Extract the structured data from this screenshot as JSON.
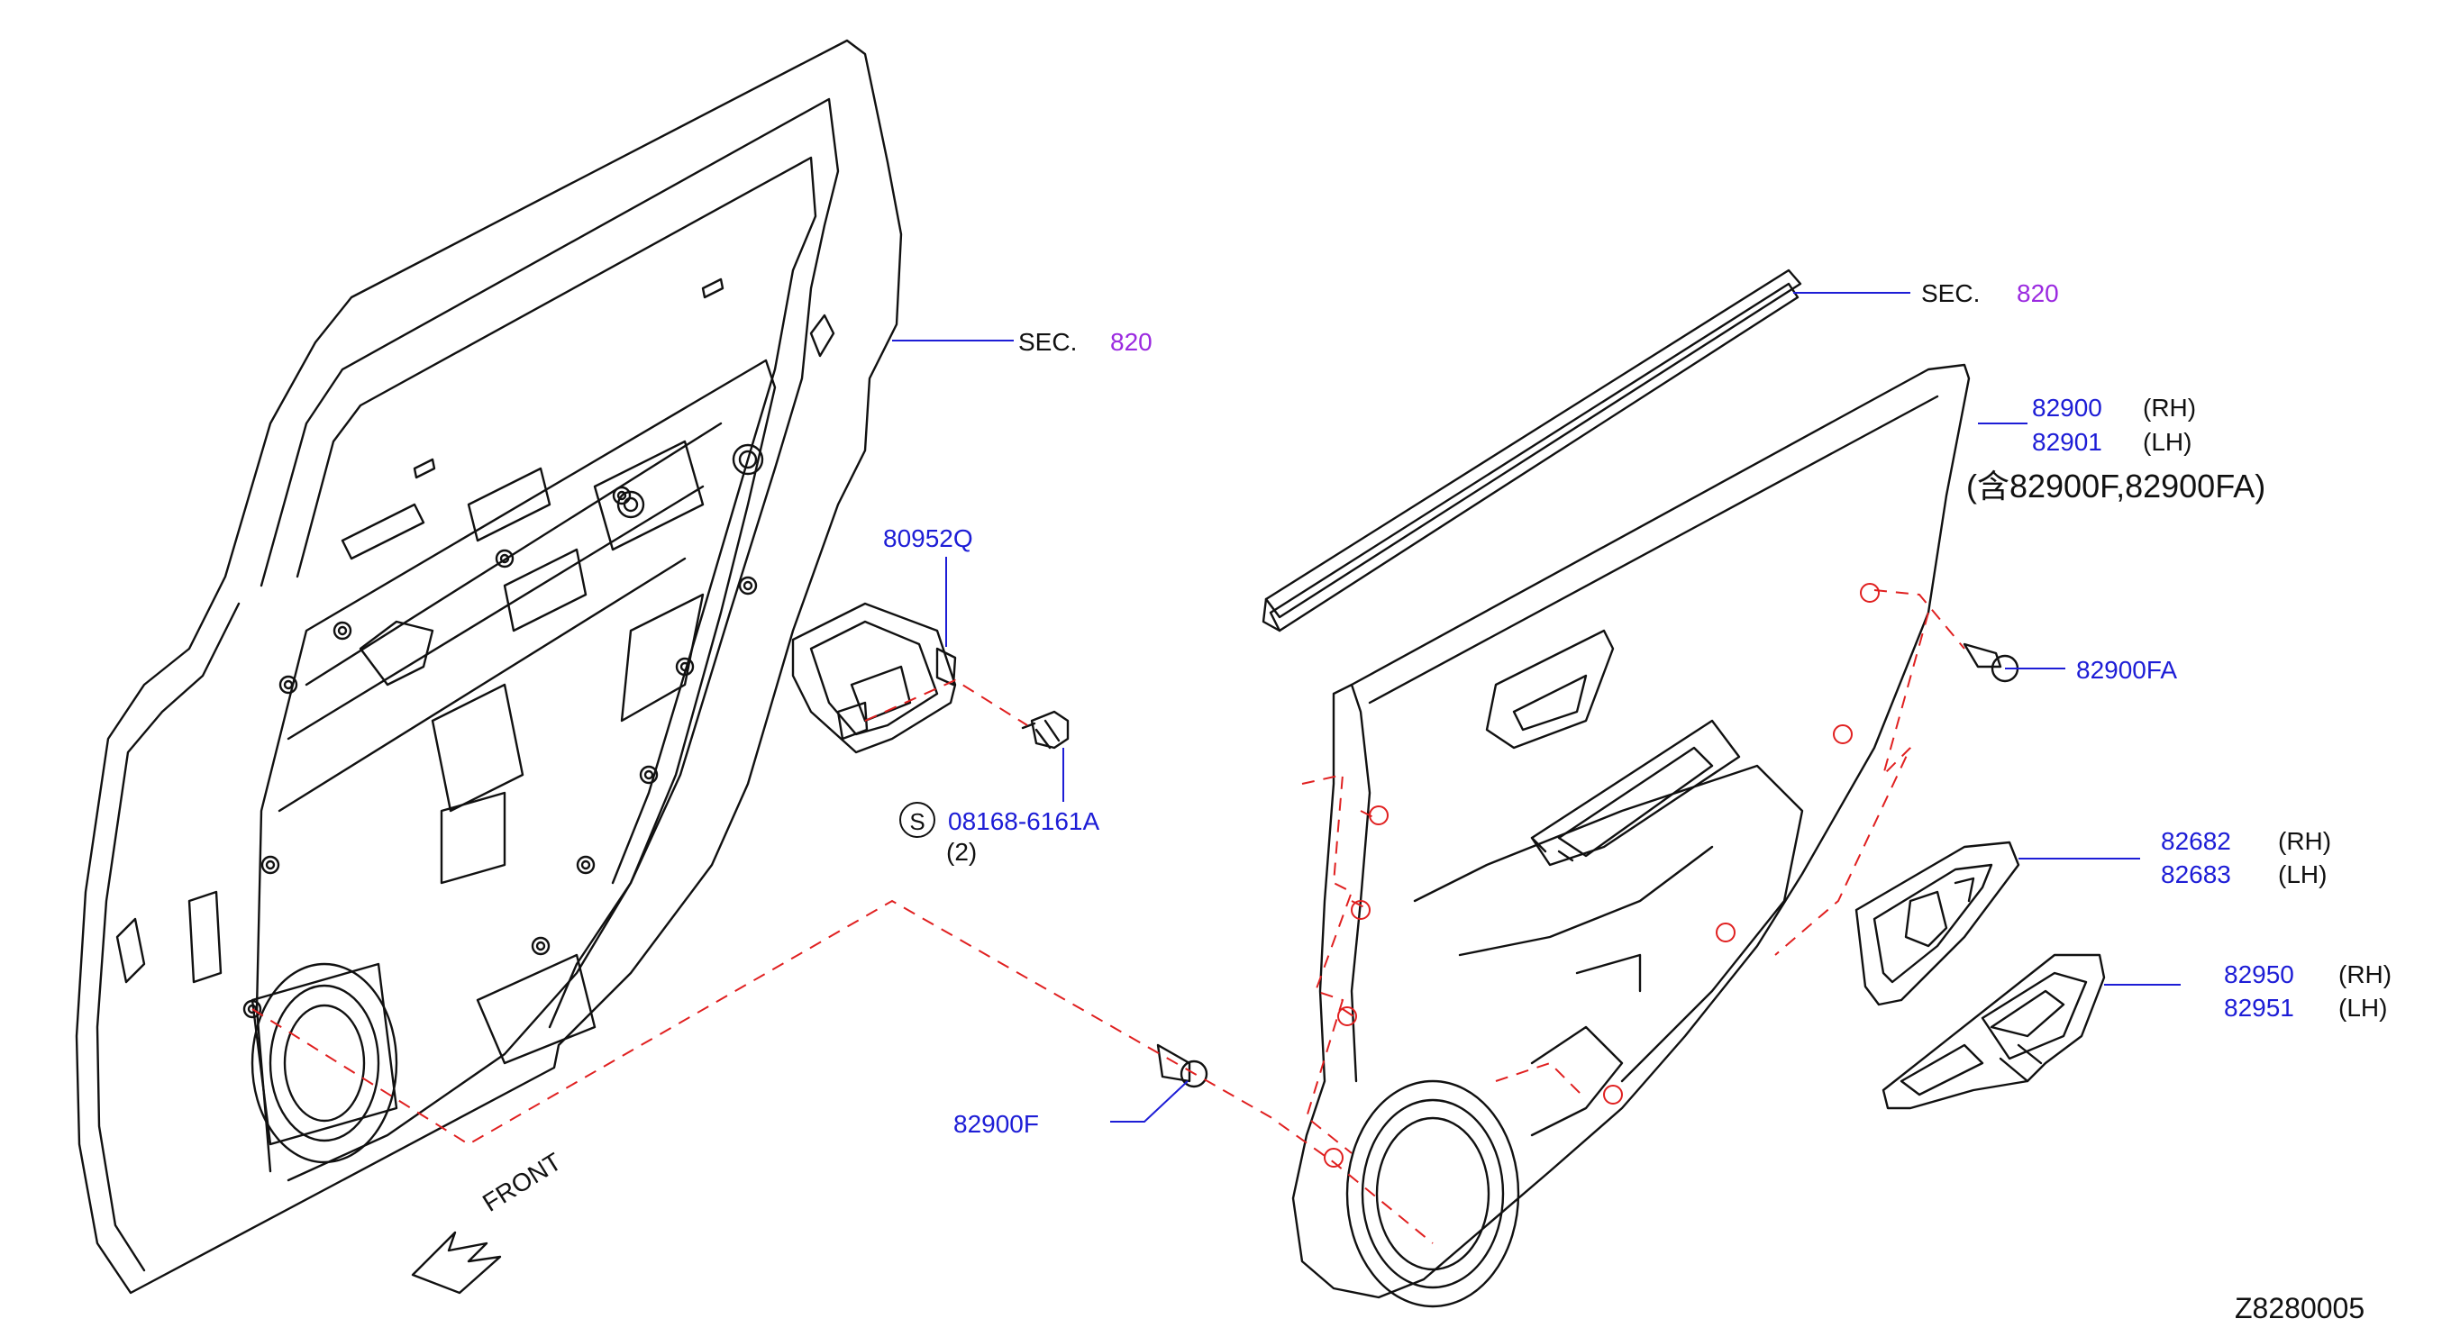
{
  "diagram_code": "Z8280005",
  "front_label": "FRONT",
  "sec_refs": [
    {
      "prefix": "SEC.",
      "number": "820"
    },
    {
      "prefix": "SEC.",
      "number": "820"
    }
  ],
  "parts": {
    "p80952q": "80952Q",
    "p08168": {
      "symbol": "S",
      "number": "08168-6161A",
      "qty": "(2)"
    },
    "p82900f": "82900F",
    "p82900": {
      "number": "82900",
      "side": "(RH)"
    },
    "p82901": {
      "number": "82901",
      "side": "(LH)"
    },
    "includes_note": "(含82900F,82900FA)",
    "p82900fa": "82900FA",
    "p82682": {
      "number": "82682",
      "side": "(RH)"
    },
    "p82683": {
      "number": "82683",
      "side": "(LH)"
    },
    "p82950": {
      "number": "82950",
      "side": "(RH)"
    },
    "p82951": {
      "number": "82951",
      "side": "(LH)"
    }
  },
  "colors": {
    "part_number": "#1d1dd6",
    "section_ref": "#9b2ae0",
    "dashed_guides": "#e02020",
    "linework": "#111111",
    "leaders": "#1d1dd6"
  }
}
